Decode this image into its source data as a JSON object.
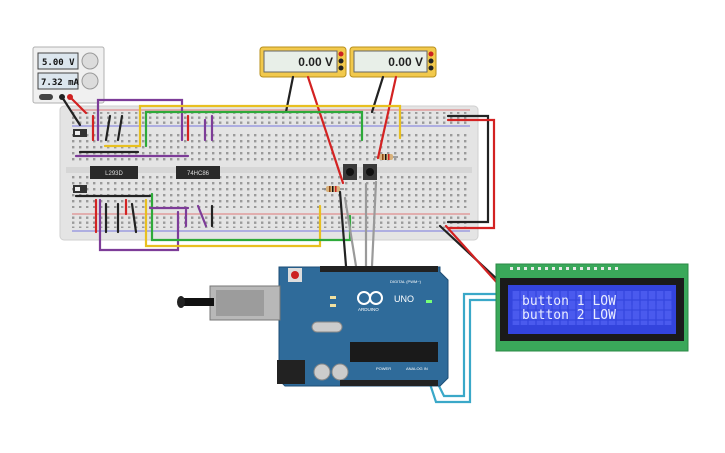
{
  "power_supply": {
    "voltage": "5.00 V",
    "current": "7.32 mA"
  },
  "multimeters": [
    {
      "reading": "0.00 V"
    },
    {
      "reading": "0.00 V"
    }
  ],
  "chips": [
    {
      "label": "L293D"
    },
    {
      "label": "74HC86"
    }
  ],
  "arduino": {
    "brand": "ARDUINO",
    "model": "UNO",
    "digital_label": "DIGITAL (PWM~)",
    "power_label": "POWER",
    "analog_label": "ANALOG IN"
  },
  "lcd": {
    "line1": "button 1 LOW",
    "line2": "button 2 LOW"
  },
  "colors": {
    "breadboard": "#e6e6e6",
    "pcb": "#2f6b9a",
    "lcd_board": "#3aa85a",
    "lcd_screen": "#3344dd",
    "wire_red": "#d32222",
    "wire_black": "#222222",
    "wire_purple": "#7d3c98",
    "wire_yellow": "#e8c020",
    "wire_green": "#2eaa3a",
    "wire_gray": "#9a9a9a",
    "wire_cyan": "#3aa8c8"
  }
}
